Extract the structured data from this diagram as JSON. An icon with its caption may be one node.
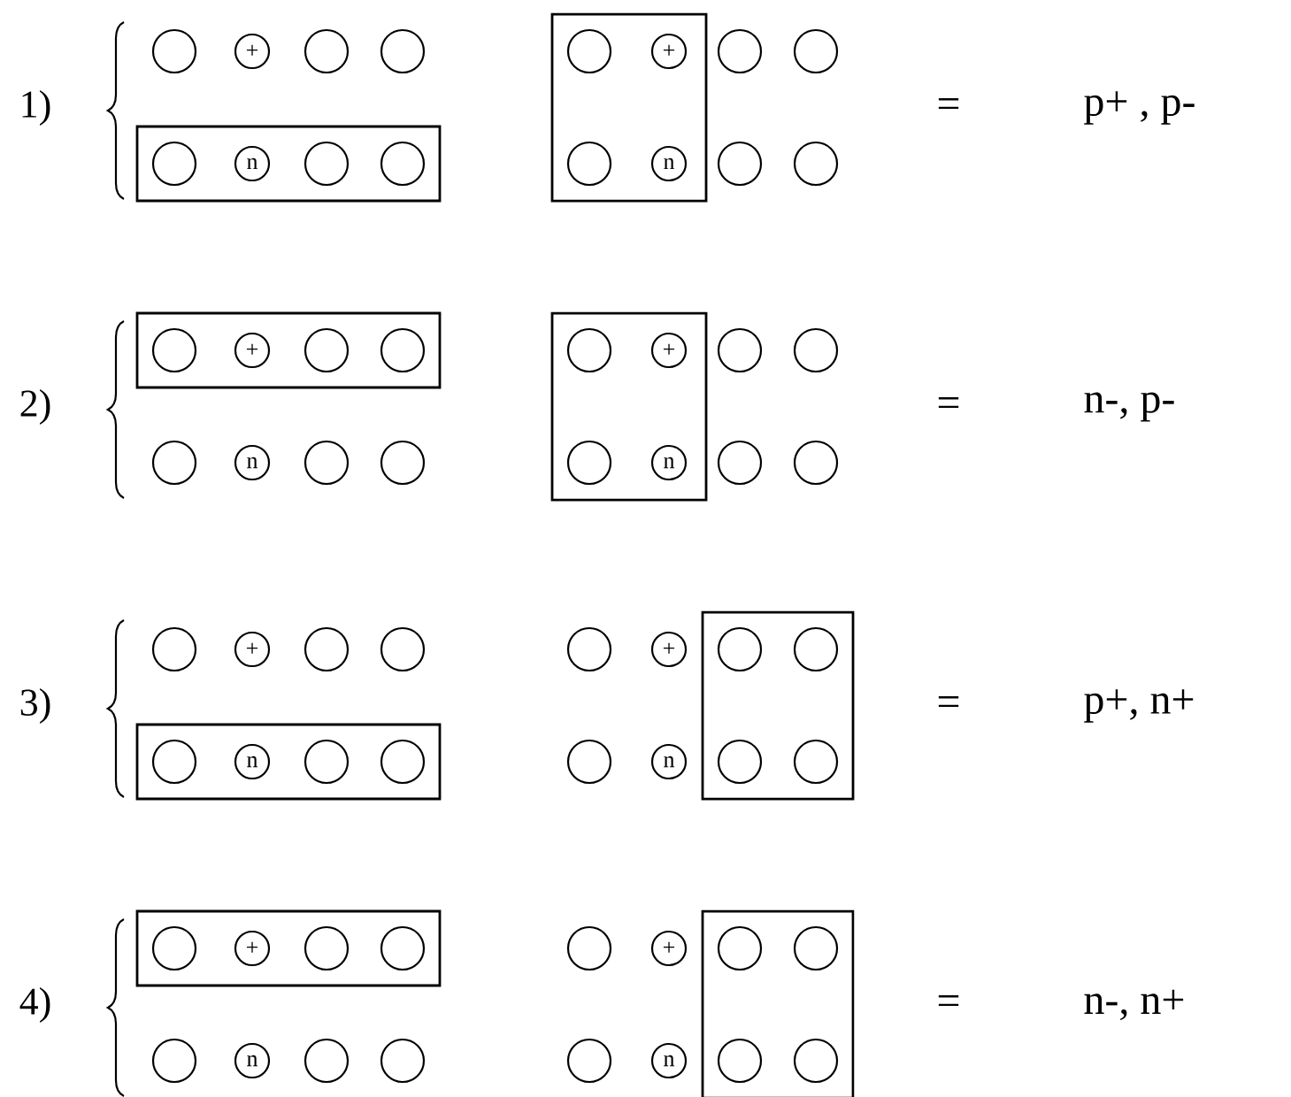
{
  "diagram": {
    "nodes": [
      {
        "text": [],
        "shape": "box"
      },
      {
        "text": [],
        "shape": "circle",
        "in": 0
      },
      {
        "text": [
          "n"
        ],
        "in": 0
      },
      {
        "text": [],
        "shape": "circle",
        "in": 0
      },
      {
        "text": [],
        "shape": "circle",
        "in": 0
      },
      {
        "text": [],
        "shape": "circle"
      },
      {
        "text": [
          "+"
        ]
      },
      {
        "text": [],
        "shape": "circle"
      },
      {
        "text": [],
        "shape": "circle"
      },
      {
        "text": [],
        "shape": "box"
      },
      {
        "text": [],
        "shape": "circle",
        "in": 9
      },
      {
        "text": [
          "+"
        ],
        "in": 9
      },
      {
        "text": [],
        "shape": "circle",
        "in": 9
      },
      {
        "text": [
          "n"
        ],
        "in": 9
      },
      {
        "text": [],
        "shape": "circle"
      },
      {
        "text": [],
        "shape": "circle"
      },
      {
        "text": [],
        "shape": "circle"
      },
      {
        "text": [],
        "shape": "circle"
      },
      {
        "text": [],
        "shape": "box"
      },
      {
        "text": [],
        "shape": "circle",
        "in": 18
      },
      {
        "text": [
          "+"
        ],
        "in": 18
      },
      {
        "text": [],
        "shape": "circle",
        "in": 18
      },
      {
        "text": [],
        "shape": "circle",
        "in": 18
      },
      {
        "text": [],
        "shape": "circle"
      },
      {
        "text": [
          "n"
        ]
      },
      {
        "text": [],
        "shape": "circle"
      },
      {
        "text": [],
        "shape": "circle"
      },
      {
        "text": [],
        "shape": "box"
      },
      {
        "text": [],
        "shape": "circle",
        "in": 27
      },
      {
        "text": [
          "+"
        ],
        "in": 27
      },
      {
        "text": [],
        "shape": "circle",
        "in": 27
      },
      {
        "text": [
          "n"
        ],
        "in": 27
      },
      {
        "text": [],
        "shape": "circle"
      },
      {
        "text": [],
        "shape": "circle"
      },
      {
        "text": [],
        "shape": "circle"
      },
      {
        "text": [],
        "shape": "circle"
      },
      {
        "text": [],
        "shape": "box"
      },
      {
        "text": [],
        "shape": "circle",
        "in": 36
      },
      {
        "text": [
          "n"
        ],
        "in": 36
      },
      {
        "text": [],
        "shape": "circle",
        "in": 36
      },
      {
        "text": [],
        "shape": "circle",
        "in": 36
      },
      {
        "text": [],
        "shape": "circle"
      },
      {
        "text": [
          "+"
        ]
      },
      {
        "text": [],
        "shape": "circle"
      },
      {
        "text": [],
        "shape": "circle"
      },
      {
        "text": [],
        "shape": "box"
      },
      {
        "text": [],
        "shape": "circle",
        "in": 45
      },
      {
        "text": [],
        "shape": "circle",
        "in": 45
      },
      {
        "text": [],
        "shape": "circle",
        "in": 45
      },
      {
        "text": [],
        "shape": "circle",
        "in": 45
      },
      {
        "text": [],
        "shape": "circle"
      },
      {
        "text": [
          "+"
        ]
      },
      {
        "text": [],
        "shape": "circle"
      },
      {
        "text": [
          "n"
        ]
      },
      {
        "text": [],
        "shape": "box"
      },
      {
        "text": [],
        "shape": "circle",
        "in": 54
      },
      {
        "text": [
          "+"
        ],
        "in": 54
      },
      {
        "text": [],
        "shape": "circle",
        "in": 54
      },
      {
        "text": [],
        "shape": "circle",
        "in": 54
      },
      {
        "text": [],
        "shape": "circle"
      },
      {
        "text": [
          "n"
        ]
      },
      {
        "text": [],
        "shape": "circle"
      },
      {
        "text": [],
        "shape": "circle"
      },
      {
        "text": [],
        "shape": "box"
      },
      {
        "text": [],
        "shape": "circle",
        "in": 63
      },
      {
        "text": [],
        "shape": "circle",
        "in": 63
      },
      {
        "text": [],
        "shape": "circle",
        "in": 63
      },
      {
        "text": [],
        "shape": "circle",
        "in": 63
      },
      {
        "text": [],
        "shape": "circle"
      },
      {
        "text": [
          "+"
        ]
      },
      {
        "text": [],
        "shape": "circle"
      },
      {
        "text": [
          "n"
        ]
      }
    ],
    "labels": [
      "1)",
      "=",
      "p+ , p-",
      "2)",
      "=",
      "n-, p-",
      "3)",
      "=",
      "p+, n+",
      "4)",
      "=",
      "n-, n+"
    ]
  }
}
